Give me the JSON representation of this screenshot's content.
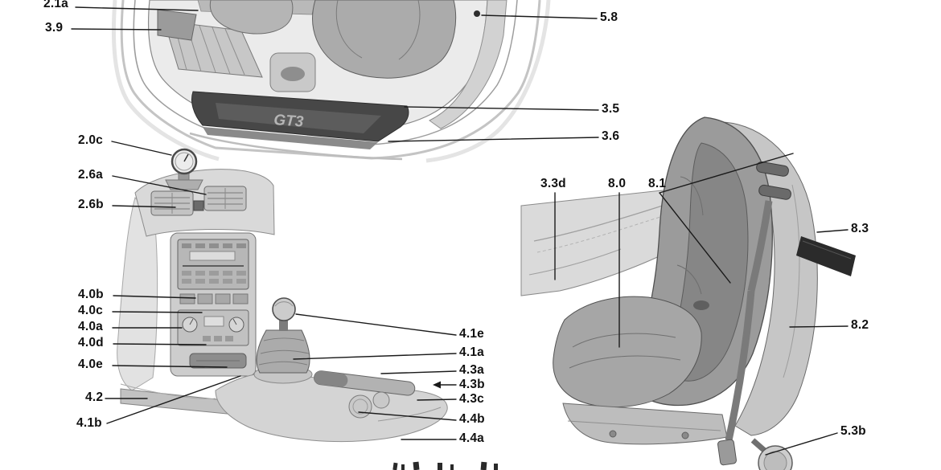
{
  "diagram": {
    "sill_logo": "GT3",
    "label_color": "#111111",
    "line_color": "#1a1a1a"
  },
  "figures": [
    {
      "name": "cabin-through-open-door",
      "callouts": [
        "2.1a",
        "3.9",
        "5.8",
        "3.5",
        "3.6"
      ]
    },
    {
      "name": "center-console-and-dashboard",
      "callouts": [
        "2.0c",
        "2.6a",
        "2.6b",
        "4.0b",
        "4.0c",
        "4.0a",
        "4.0d",
        "4.0e",
        "4.2",
        "4.1b",
        "4.1e",
        "4.1a",
        "4.3a",
        "4.3b",
        "4.3c",
        "4.4b",
        "4.4a"
      ]
    },
    {
      "name": "sport-seat-and-door-panel",
      "callouts": [
        "3.3d",
        "8.0",
        "8.1",
        "8.3",
        "8.2",
        "5.3b"
      ]
    }
  ]
}
